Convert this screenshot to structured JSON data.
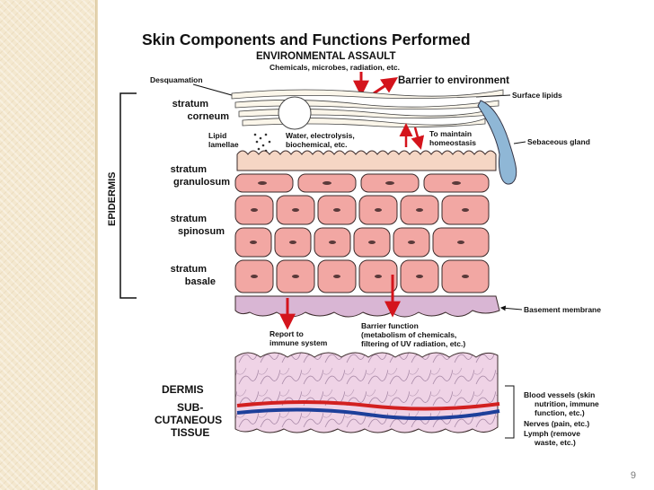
{
  "title": "Skin Components and Functions Performed",
  "top": {
    "environmental_assault": "ENVIRONMENTAL ASSAULT",
    "assault_sources": "Chemicals, microbes, radiation, etc."
  },
  "labels": {
    "desquamation": "Desquamation",
    "barrier_to_environment": "Barrier to environment",
    "surface_lipids": "Surface lipids",
    "lipid_lamellae_1": "Lipid",
    "lipid_lamellae_2": "lamellae",
    "water_line1": "Water, electrolysis,",
    "water_line2": "biochemical, etc.",
    "homeostasis_1": "To maintain",
    "homeostasis_2": "homeostasis",
    "sebaceous_gland": "Sebaceous gland",
    "epidermis": "EPIDERMIS",
    "basement_membrane": "Basement membrane",
    "report_1": "Report to",
    "report_2": "immune system",
    "barrier_fn_1": "Barrier function",
    "barrier_fn_2": "(metabolism of chemicals,",
    "barrier_fn_3": "filtering of UV radiation, etc.)",
    "dermis": "DERMIS",
    "sub_1": "SUB-",
    "sub_2": "CUTANEOUS",
    "sub_3": "TISSUE",
    "vessels_1": "Blood vessels (skin",
    "vessels_2": "nutrition, immune",
    "vessels_3": "function, etc.)",
    "nerves": "Nerves (pain, etc.)",
    "lymph_1": "Lymph (remove",
    "lymph_2": "waste, etc.)"
  },
  "strata": [
    {
      "line1": "stratum",
      "line2": "corneum"
    },
    {
      "line1": "stratum",
      "line2": "granulosum"
    },
    {
      "line1": "stratum",
      "line2": "spinosum"
    },
    {
      "line1": "stratum",
      "line2": "basale"
    }
  ],
  "page_number": "9",
  "colors": {
    "cell_fill": "#f2a7a3",
    "cell_stroke": "#3a2a2a",
    "arrow_red": "#d4141c",
    "dermis_fill": "#efd3e6",
    "gland_blue": "#8fb7d6",
    "vessel_red": "#d22020",
    "vessel_blue": "#1d3f9a",
    "border_tan": "#f4e8cf"
  }
}
